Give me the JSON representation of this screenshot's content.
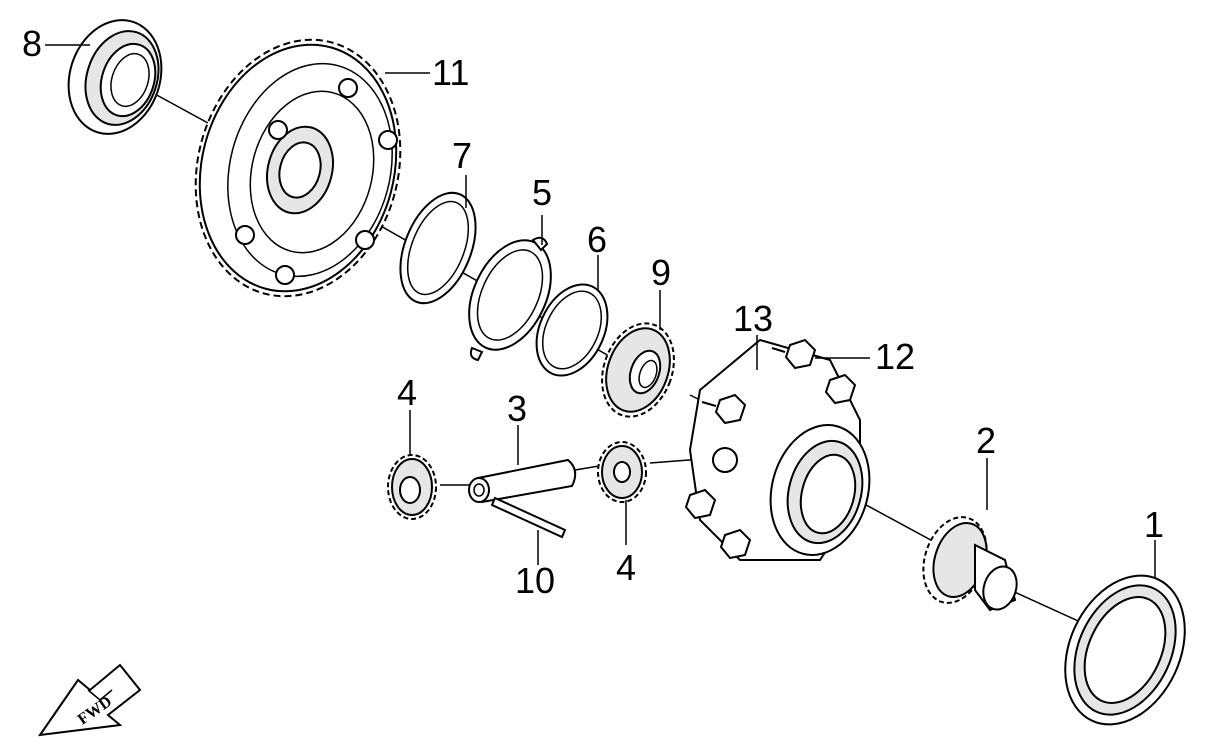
{
  "callouts": {
    "c1": "1",
    "c2": "2",
    "c3": "3",
    "c4a": "4",
    "c4b": "4",
    "c5": "5",
    "c6": "6",
    "c7": "7",
    "c8": "8",
    "c9": "9",
    "c10": "10",
    "c11": "11",
    "c12": "12",
    "c13": "13"
  },
  "direction_label": "FWD",
  "icons": {
    "direction": "fwd-arrow-icon"
  },
  "colors": {
    "line": "#000000",
    "fill": "#ffffff",
    "shade": "#e6e6e6"
  }
}
